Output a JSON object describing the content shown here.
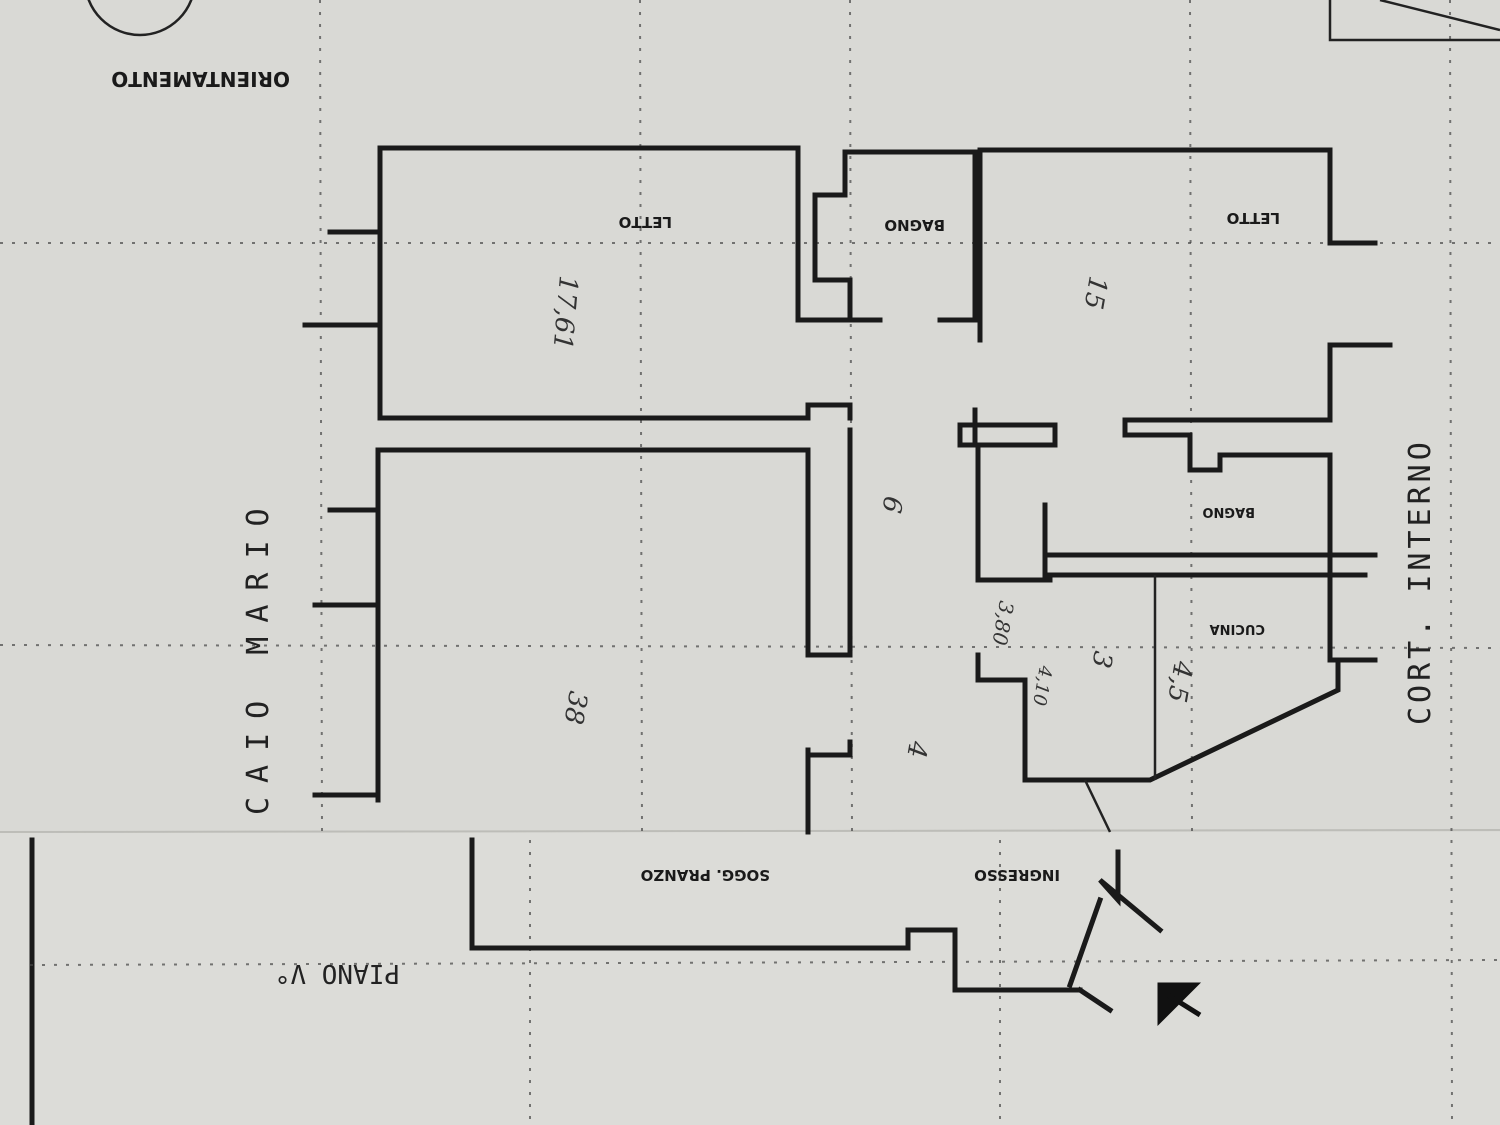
{
  "plan": {
    "orientation_label": "ORIENTAMENTO",
    "floor_label": "PIANO V°",
    "street_label": "CAIO MARIO",
    "courtyard_label": "CORT. INTERNO",
    "rooms": [
      {
        "name": "LETTO",
        "area": "17,61"
      },
      {
        "name": "BAGNO",
        "area": ""
      },
      {
        "name": "LETTO",
        "area": "15"
      },
      {
        "name": "BAGNO",
        "area": "3,80"
      },
      {
        "name": "CUCINA",
        "area": "4,5"
      },
      {
        "name": "SOGG. PRANZO",
        "area": "38"
      },
      {
        "name": "INGRESSO",
        "area": "4"
      }
    ],
    "corridor_area": "6",
    "other_areas": [
      "3",
      "4,10"
    ],
    "colors": {
      "paper": "#d9d9d5",
      "ink": "#1a1a1a"
    }
  }
}
